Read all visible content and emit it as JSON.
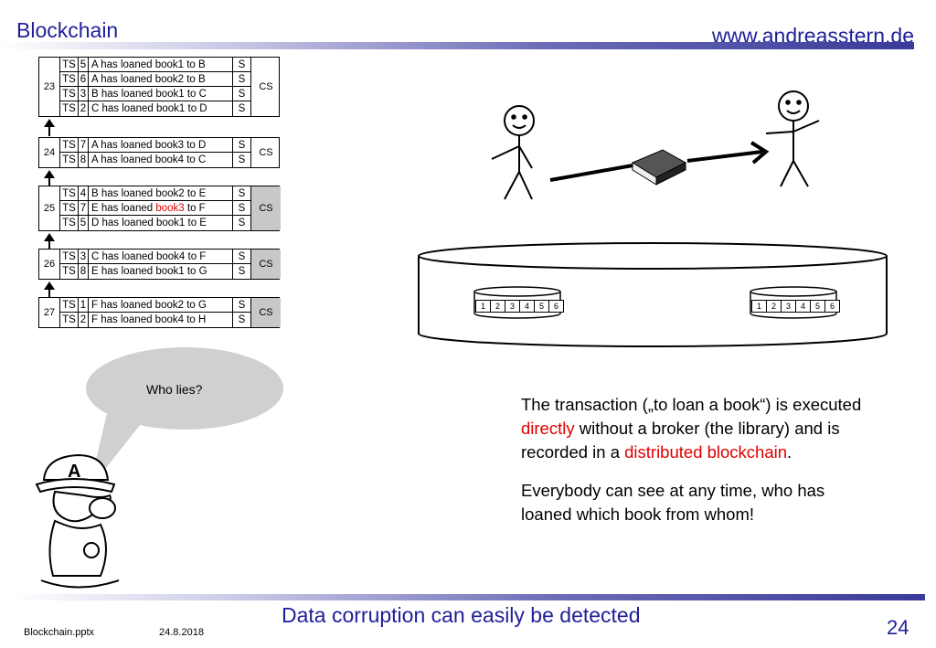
{
  "header": {
    "title": "Blockchain",
    "website": "www.andreasstern.de"
  },
  "blocks": [
    {
      "number": "23",
      "checksum": "CS",
      "checksum_highlight": false,
      "rows": [
        {
          "ts": "TS",
          "n": "5",
          "tx": "A has loaned book1 to B",
          "s": "S"
        },
        {
          "ts": "TS",
          "n": "6",
          "tx": "A has loaned book2 to B",
          "s": "S"
        },
        {
          "ts": "TS",
          "n": "3",
          "tx": "B has loaned book1 to C",
          "s": "S"
        },
        {
          "ts": "TS",
          "n": "2",
          "tx": "C has loaned book1 to D",
          "s": "S"
        }
      ]
    },
    {
      "number": "24",
      "checksum": "CS",
      "checksum_highlight": false,
      "rows": [
        {
          "ts": "TS",
          "n": "7",
          "tx": "A has loaned book3 to D",
          "s": "S"
        },
        {
          "ts": "TS",
          "n": "8",
          "tx": "A has loaned book4 to C",
          "s": "S"
        }
      ]
    },
    {
      "number": "25",
      "checksum": "CS",
      "checksum_highlight": true,
      "rows": [
        {
          "ts": "TS",
          "n": "4",
          "tx": "B has loaned book2 to E",
          "s": "S"
        },
        {
          "ts": "TS",
          "n": "7",
          "tx_parts": [
            "E has loaned ",
            "book3",
            " to F"
          ],
          "s": "S"
        },
        {
          "ts": "TS",
          "n": "5",
          "tx": "D has loaned book1 to E",
          "s": "S"
        }
      ]
    },
    {
      "number": "26",
      "checksum": "CS",
      "checksum_highlight": true,
      "rows": [
        {
          "ts": "TS",
          "n": "3",
          "tx": "C has loaned book4 to F",
          "s": "S"
        },
        {
          "ts": "TS",
          "n": "8",
          "tx": "E has loaned book1 to G",
          "s": "S"
        }
      ]
    },
    {
      "number": "27",
      "checksum": "CS",
      "checksum_highlight": true,
      "rows": [
        {
          "ts": "TS",
          "n": "1",
          "tx": "F has loaned book2 to G",
          "s": "S"
        },
        {
          "ts": "TS",
          "n": "2",
          "tx": "F has loaned book4 to H",
          "s": "S"
        }
      ]
    }
  ],
  "bubble": {
    "text": "Who lies?"
  },
  "database_segments": [
    "1",
    "2",
    "3",
    "4",
    "5",
    "6"
  ],
  "description": {
    "p1_parts": [
      "The transaction („to loan a book“) is executed ",
      "directly",
      " without a broker (the library) and is recorded in a ",
      "distributed blockchain",
      "."
    ],
    "p2": "Everybody can see at any time, who has loaned which book from whom!"
  },
  "footer": {
    "message": "Data corruption can easily be detected",
    "file": "Blockchain.pptx",
    "date": "24.8.2018",
    "page": "24"
  },
  "colors": {
    "title_blue": "#1f1f99",
    "highlight_red": "#e00000",
    "checksum_grey": "#c8c8c8",
    "bubble_grey": "#d0d0d0"
  },
  "icons": [
    "stick-figure-icon",
    "book-icon",
    "database-cylinder-icon",
    "cartoon-character-icon"
  ]
}
